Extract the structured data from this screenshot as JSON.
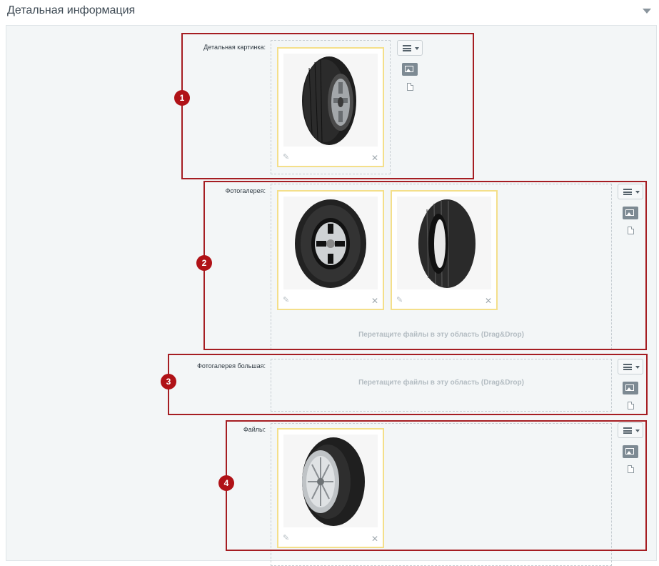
{
  "section": {
    "title": "Детальная информация",
    "collapse_icon": "chevron-down-icon"
  },
  "fields": {
    "detail_picture": {
      "label": "Детальная картинка:",
      "badge": "1"
    },
    "gallery": {
      "label": "Фотогалерея:",
      "badge": "2",
      "dropzone_text": "Перетащите файлы в эту область (Drag&Drop)"
    },
    "gallery_big": {
      "label": "Фотогалерея большая:",
      "badge": "3",
      "dropzone_text": "Перетащите файлы в эту область (Drag&Drop)"
    },
    "files": {
      "label": "Файлы:",
      "badge": "4"
    }
  },
  "icons": {
    "menu": "menu-icon",
    "image": "image-icon",
    "file": "file-icon",
    "edit": "pencil-icon",
    "delete": "close-icon"
  },
  "colors": {
    "highlight": "#a51d22",
    "badge": "#b01217",
    "thumb_border": "#f4df8a"
  }
}
